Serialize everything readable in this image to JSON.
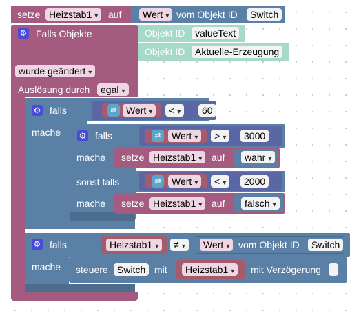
{
  "workspace": {
    "top": {
      "setze": "setze",
      "var": "Heizstab1",
      "auf": "auf",
      "wert": "Wert",
      "vom": "vom Objekt ID",
      "obj": "Switch"
    },
    "trigger": {
      "falls": "Falls Objekte",
      "objekt_id_label": "Objekt ID",
      "items": [
        "valueText",
        "Aktuelle-Erzeugung"
      ],
      "changed": "wurde geändert",
      "ausloesung": "Auslösung durch",
      "egal": "egal"
    },
    "if1": {
      "falls": "falls",
      "mache": "mache",
      "cond": {
        "value": "Wert",
        "op": "<",
        "num": "60"
      },
      "inner": {
        "falls": "falls",
        "cond": {
          "value": "Wert",
          "op": ">",
          "num": "3000"
        },
        "mache": "mache",
        "set1": {
          "setze": "setze",
          "var": "Heizstab1",
          "auf": "auf",
          "val": "wahr"
        },
        "sonst": "sonst falls",
        "cond2": {
          "value": "Wert",
          "op": "<",
          "num": "2000"
        },
        "mache2": "mache",
        "set2": {
          "setze": "setze",
          "var": "Heizstab1",
          "auf": "auf",
          "val": "falsch"
        }
      }
    },
    "if2": {
      "falls": "falls",
      "var": "Heizstab1",
      "op": "≠",
      "wert": "Wert",
      "vom": "vom Objekt ID",
      "obj": "Switch",
      "mache": "mache",
      "steuere": "steuere",
      "obj2": "Switch",
      "mit": "mit",
      "var2": "Heizstab1",
      "delay": "mit Verzögerung"
    }
  }
}
